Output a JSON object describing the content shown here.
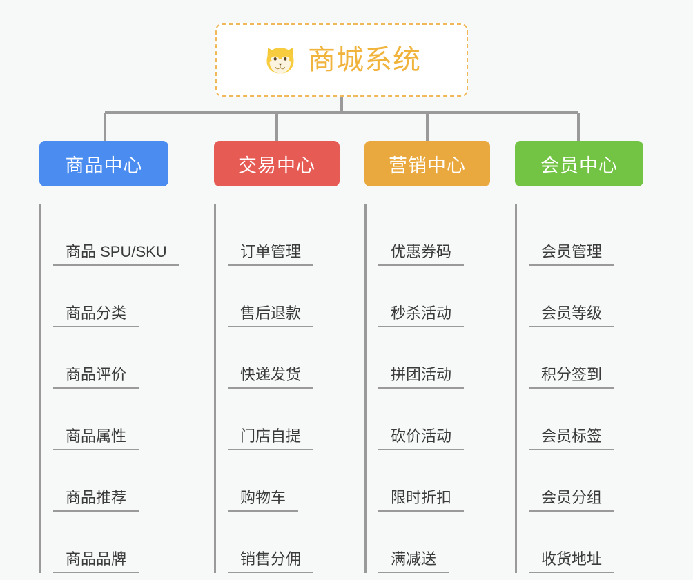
{
  "background_color": "#f7f8f8",
  "root": {
    "title": "商城系统",
    "icon": "shiba-dog-face-icon",
    "text_color": "#f0b33c",
    "border_color": "#f0b858",
    "background_color": "#ffffff"
  },
  "connector": {
    "color": "#9a9a9a"
  },
  "branches": [
    {
      "label": "商品中心",
      "color": "#4a8cf0",
      "items": [
        {
          "label": "商品 SPU/SKU"
        },
        {
          "label": "商品分类"
        },
        {
          "label": "商品评价"
        },
        {
          "label": "商品属性"
        },
        {
          "label": "商品推荐"
        },
        {
          "label": "商品品牌"
        }
      ]
    },
    {
      "label": "交易中心",
      "color": "#e75b55",
      "items": [
        {
          "label": "订单管理"
        },
        {
          "label": "售后退款"
        },
        {
          "label": "快递发货"
        },
        {
          "label": "门店自提"
        },
        {
          "label": "购物车"
        },
        {
          "label": "销售分佣"
        }
      ]
    },
    {
      "label": "营销中心",
      "color": "#eaa93e",
      "items": [
        {
          "label": "优惠券码"
        },
        {
          "label": "秒杀活动"
        },
        {
          "label": "拼团活动"
        },
        {
          "label": "砍价活动"
        },
        {
          "label": "限时折扣"
        },
        {
          "label": "满减送"
        }
      ]
    },
    {
      "label": "会员中心",
      "color": "#73c344",
      "items": [
        {
          "label": "会员管理"
        },
        {
          "label": "会员等级"
        },
        {
          "label": "积分签到"
        },
        {
          "label": "会员标签"
        },
        {
          "label": "会员分组"
        },
        {
          "label": "收货地址"
        }
      ]
    }
  ]
}
